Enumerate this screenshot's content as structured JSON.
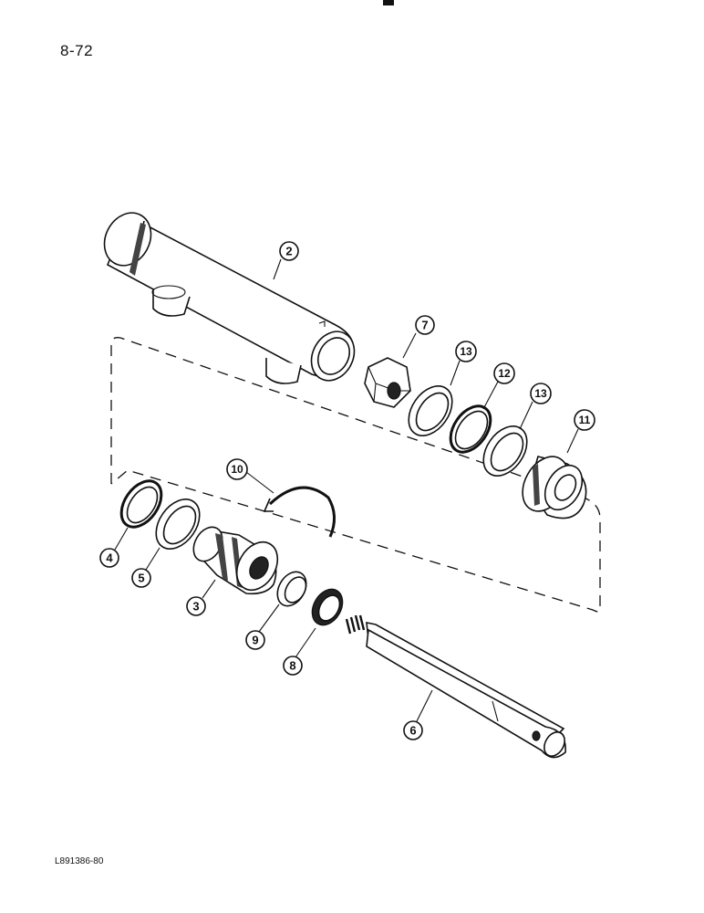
{
  "page_number": "8-72",
  "figure_code": "L891386-80",
  "callouts": [
    {
      "label": "2"
    },
    {
      "label": "7"
    },
    {
      "label": "13"
    },
    {
      "label": "12"
    },
    {
      "label": "13"
    },
    {
      "label": "11"
    },
    {
      "label": "10"
    },
    {
      "label": "4"
    },
    {
      "label": "5"
    },
    {
      "label": "3"
    },
    {
      "label": "9"
    },
    {
      "label": "8"
    },
    {
      "label": "6"
    }
  ]
}
